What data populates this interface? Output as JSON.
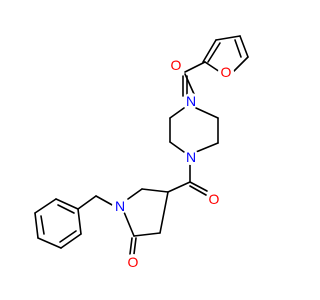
{
  "molecule": {
    "atoms": {
      "o_furan_ring": {
        "symbol": "O",
        "color": "#ff0000"
      },
      "o_furoyl_carbonyl": {
        "symbol": "O",
        "color": "#ff0000"
      },
      "n_piperazine_top": {
        "symbol": "N",
        "color": "#0000ff"
      },
      "n_piperazine_bottom": {
        "symbol": "N",
        "color": "#0000ff"
      },
      "o_amide_carbonyl": {
        "symbol": "O",
        "color": "#ff0000"
      },
      "n_pyrrolidinone": {
        "symbol": "N",
        "color": "#0000ff"
      },
      "o_lactam": {
        "symbol": "O",
        "color": "#ff0000"
      }
    },
    "bond_color": "#000000"
  }
}
